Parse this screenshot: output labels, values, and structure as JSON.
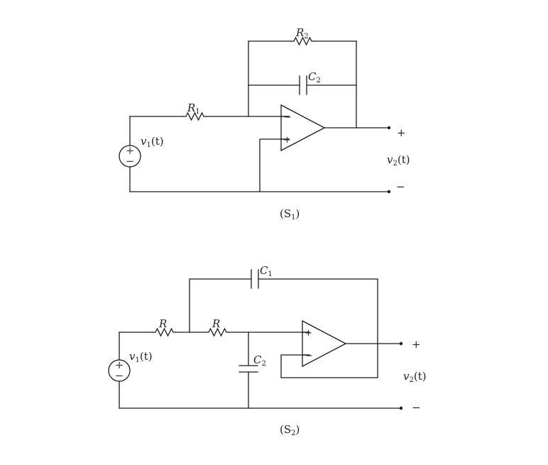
{
  "circuit_s1": {
    "label": "(S",
    "label_sub": "1",
    "label_close": ")",
    "r1": {
      "name": "R",
      "sub": "1"
    },
    "r2": {
      "name": "R",
      "sub": "2"
    },
    "c2": {
      "name": "C",
      "sub": "2"
    },
    "source": {
      "name": "v",
      "sub": "1",
      "arg": "(t)"
    },
    "output": {
      "name": "v",
      "sub": "2",
      "arg": "(t)"
    },
    "terminal_plus": "+",
    "terminal_minus": "−",
    "opamp_inverting": "−",
    "opamp_noninverting": "+"
  },
  "circuit_s2": {
    "label": "(S",
    "label_sub": "2",
    "label_close": ")",
    "r_a": {
      "name": "R"
    },
    "r_b": {
      "name": "R"
    },
    "c1": {
      "name": "C",
      "sub": "1"
    },
    "c2": {
      "name": "C",
      "sub": "2"
    },
    "source": {
      "name": "v",
      "sub": "1",
      "arg": "(t)"
    },
    "output": {
      "name": "v",
      "sub": "2",
      "arg": "(t)"
    },
    "terminal_plus": "+",
    "terminal_minus": "−",
    "opamp_noninverting": "+",
    "opamp_inverting": "−"
  }
}
